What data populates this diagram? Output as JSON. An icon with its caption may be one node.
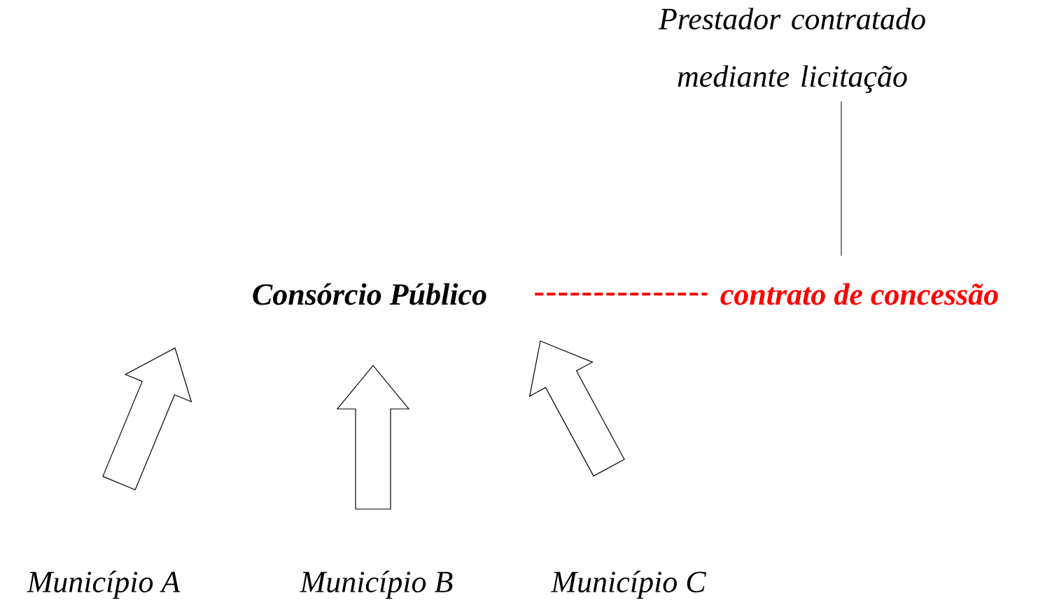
{
  "diagram": {
    "nodes": [
      {
        "text": [
          "Prestador contratado mediante licitação"
        ]
      },
      {
        "text": [
          "Consórcio Público"
        ]
      },
      {
        "text": [
          "contrato de concessão"
        ]
      },
      {
        "text": [
          "Município A"
        ]
      },
      {
        "text": [
          "Município B"
        ]
      },
      {
        "text": [
          "Município C"
        ]
      }
    ],
    "edges": [
      {
        "from": 0,
        "to": 2,
        "arrow": "none"
      },
      {
        "from": 1,
        "to": 2,
        "arrow": "none",
        "style": "dashed",
        "color": "#ff0000"
      },
      {
        "from": 3,
        "to": 1,
        "arrow": "to"
      },
      {
        "from": 4,
        "to": 1,
        "arrow": "to"
      },
      {
        "from": 5,
        "to": 1,
        "arrow": "to"
      }
    ]
  }
}
